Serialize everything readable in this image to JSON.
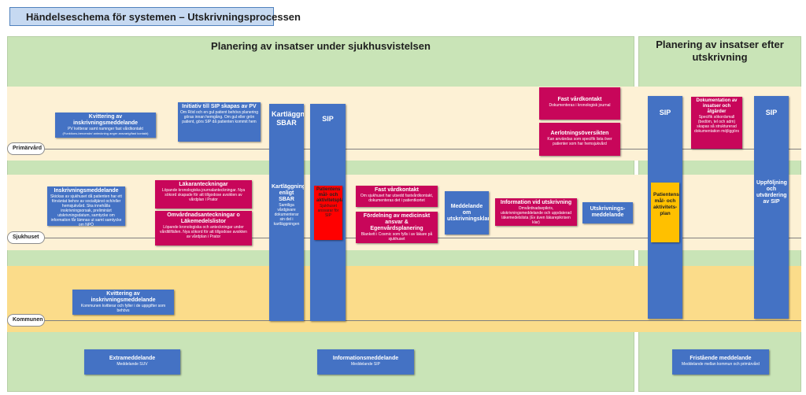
{
  "page_title": "Händelseschema för systemen – Utskrivningsprocessen",
  "panels": {
    "left_title": "Planering av insatser under sjukhusvistelsen",
    "right_title": "Planering av insatser efter utskrivning"
  },
  "lanes": {
    "primarvard": "Primärvård",
    "sjukhuset": "Sjukhuset",
    "kommunen": "Kommunen"
  },
  "boxes": {
    "kvitt_pv": {
      "title": "Kvittering av inskrivningsmeddelande",
      "text": "PV kvitterar samt namnger fast vårdkontakt",
      "subtext": "(Funktions-beroende/ anteckning anger ansvarig/fast kontakt)"
    },
    "initiativ_sip": {
      "title": "Initiativ till SIP skapas av PV",
      "text": "Om Röd och en gul patient behövs planering göras innan hemgång. Om gul eller grön patient, görs SIP då patienten kommit hem"
    },
    "inskrivning": {
      "title": "Inskrivningsmeddelande",
      "text": "Skickas av sjukhuset då patienten har ett förväntat behov av socialtjänst och/eller hemsjukvård. Ska innehålla inskrivningsorsak, preliminärt utskrivningsdatum, samtycke om information får lämnas ut samt samtycke om NPÖ"
    },
    "lakar": {
      "title": "Läkaranteckningar",
      "text": "Löpande kronologiska journalanteckningar. Nya sökord skapade för att tillgodose avsikten av vårdplan i Prator"
    },
    "omvard": {
      "title": "Omvårdnadsanteckningar o Läkemedelslistor",
      "text": "Löpande kronologiska och anteckningar under vårdtillfällen. Nya sökord för att tillgodose avsikten av vårdplan i Prator"
    },
    "kartl_sbar": {
      "title": "Kartläggning SBAR",
      "sub": "Kartläggning enligt SBAR",
      "text": "Samtliga vårdgivare dokumenterar sin del i kartläggningen"
    },
    "sip_top": {
      "title": "SIP"
    },
    "patient_red": {
      "title": "Patientens mål- och aktivitetsplan",
      "text": "Sjukhuset ansvarar för SIP"
    },
    "fast_vk_pv": {
      "title": "Fast vårdkontakt",
      "text": "Dokumenteras i kronologisk journal"
    },
    "aerlo": {
      "title": "Aerlotningsöversikten",
      "text": "Kan användas som specifik lista över patienter som har hemsjukvård"
    },
    "fast_vk_sj": {
      "title": "Fast vårdkontakt",
      "text": "Om sjukhuset har utsedd fastvårdkontakt, dokumenteras det i patientkortet"
    },
    "fordelning": {
      "title": "Fördelning av medicinskt ansvar & Egenvårdsplanering",
      "text": "Blankett i Cosmic som fylls i av läkare på sjukhuset"
    },
    "medd_utskr": {
      "title": "Meddelande om utskrivningsklar"
    },
    "info_utskr": {
      "title": "Information vid utskrivning",
      "text": "Omvårdnadsepikris, utskrivningsmeddelande och uppdaterad läkemedelslista (Ev även läkarepikrisen klar)"
    },
    "utskr_medd": {
      "title": "Utskrivnings-meddelande"
    },
    "kvitt_kom": {
      "title": "Kvittering av inskrivningsmeddelande",
      "text": "Kommunen kvitterar och fyller i de uppgifter som behövs"
    },
    "sip_right": {
      "title": "SIP"
    },
    "patient_orange": {
      "title": "Patientens mål- och aktivitets-plan"
    },
    "dok_insatser": {
      "title": "Dokumentation av insatser och åtgärder",
      "text": "Specifik sökordsmall (bedöm, tel och adm) skapas så strukturerad dokumentation möjliggörs"
    },
    "sip_far": {
      "title": "SIP",
      "sub": "Uppföljning och utvärdering av SIP"
    },
    "extra": {
      "title": "Extrameddelande",
      "text": "Meddelande SUV"
    },
    "informations": {
      "title": "Informationsmeddelande",
      "text": "Meddelande SIP"
    },
    "fristaende": {
      "title": "Fristående meddelande",
      "text": "Meddelande mellan kommun och primärvård"
    }
  },
  "colors": {
    "panel_green": "#c9e4b7",
    "band_light": "#fdf1d5",
    "band_dark": "#fbdc8a",
    "box_blue": "#4472c4",
    "box_pink": "#c8065a",
    "box_red": "#ff0000",
    "box_orange": "#ffc000"
  }
}
